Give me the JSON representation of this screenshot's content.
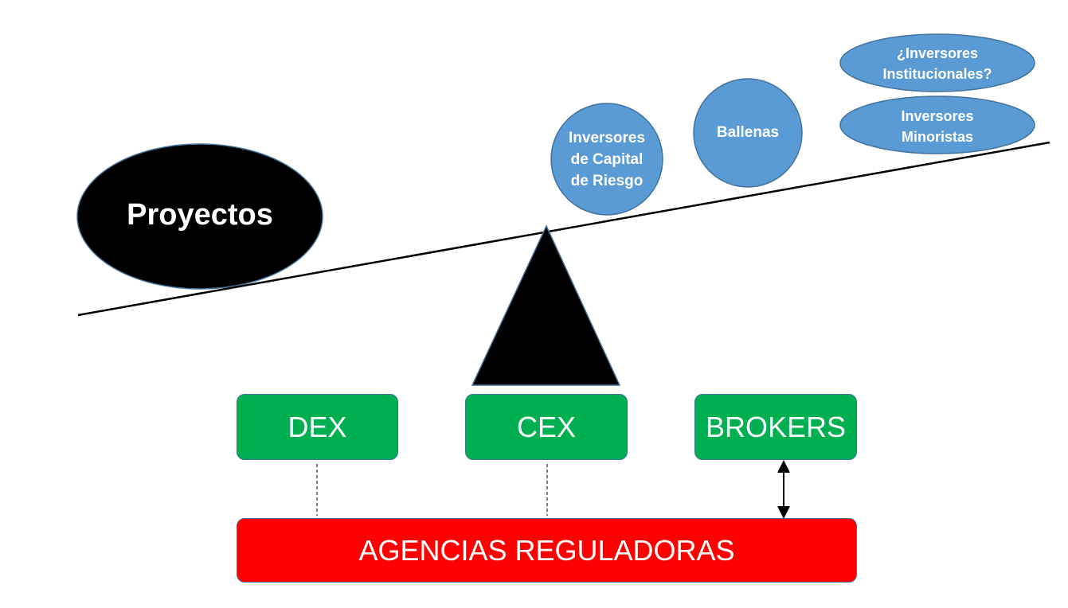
{
  "diagram": {
    "left_weight": {
      "label": "Proyectos",
      "color": "#000000"
    },
    "right_weights": [
      {
        "id": "vc",
        "label_lines": [
          "Inversores",
          "de Capital",
          "de Riesgo"
        ],
        "color": "#5b9bd5"
      },
      {
        "id": "whales",
        "label_lines": [
          "Ballenas"
        ],
        "color": "#5b9bd5"
      },
      {
        "id": "institutional",
        "label_lines": [
          "¿Inversores",
          "Institucionales?"
        ],
        "color": "#5b9bd5"
      },
      {
        "id": "retail",
        "label_lines": [
          "Inversores",
          "Minoristas"
        ],
        "color": "#5b9bd5"
      }
    ],
    "fulcrum_color": "#000000",
    "intermediaries": [
      {
        "id": "dex",
        "label": "DEX",
        "link_to_regulators": "dashed"
      },
      {
        "id": "cex",
        "label": "CEX",
        "link_to_regulators": "dashed"
      },
      {
        "id": "brokers",
        "label": "BROKERS",
        "link_to_regulators": "double-arrow"
      }
    ],
    "intermediary_color": "#00b050",
    "regulators": {
      "label": "AGENCIAS REGULADORAS",
      "color": "#ff0000"
    },
    "outline_color": "#41719c"
  }
}
